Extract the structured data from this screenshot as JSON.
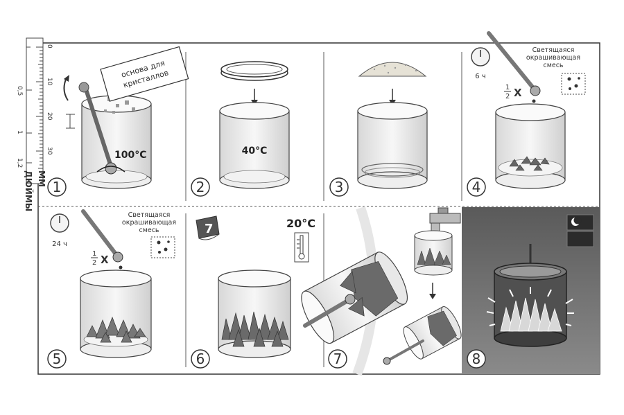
{
  "ruler": {
    "mm_ticks": [
      "0",
      "10",
      "20",
      "30"
    ],
    "inch_ticks": [
      "0,5",
      "1",
      "1,2"
    ],
    "mm_unit": "ММ",
    "inch_unit": "ДЮЙМЫ"
  },
  "steps": [
    {
      "number": "1",
      "packet_label": [
        "основа для",
        "кристаллов"
      ],
      "temperature": "100°C"
    },
    {
      "number": "2",
      "temperature": "40°C"
    },
    {
      "number": "3"
    },
    {
      "number": "4",
      "timer": "6 ч",
      "fraction": {
        "num": "1",
        "den": "2"
      },
      "multiplier": "X",
      "mix_label": [
        "Светящаяся",
        "окрашивающая",
        "смесь"
      ]
    },
    {
      "number": "5",
      "timer": "24 ч",
      "fraction": {
        "num": "1",
        "den": "2"
      },
      "multiplier": "X",
      "mix_label": [
        "Светящаяся",
        "окрашивающая",
        "смесь"
      ]
    },
    {
      "number": "6",
      "calendar_day": "7",
      "temperature": "20°C"
    },
    {
      "number": "7"
    },
    {
      "number": "8"
    }
  ],
  "colors": {
    "line": "#333333",
    "jar_fill": "#f0f0f0",
    "dark_panel": "#6f6f6f",
    "glow": "#ffffff"
  }
}
